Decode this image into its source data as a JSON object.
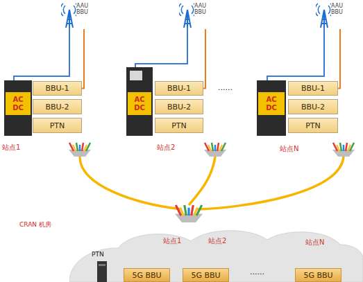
{
  "diagram": {
    "nodes": [
      {
        "text": [
          "AAU BBU"
        ]
      },
      {
        "text": [
          "AC DC"
        ]
      },
      {
        "text": [
          "BBU-1"
        ]
      },
      {
        "text": [
          "BBU-2"
        ]
      },
      {
        "text": [
          "PTN"
        ]
      },
      {
        "text": [
          "AAU BBU"
        ]
      },
      {
        "text": [
          "AC DC"
        ]
      },
      {
        "text": [
          "BBU-1"
        ]
      },
      {
        "text": [
          "BBU-2"
        ]
      },
      {
        "text": [
          "PTN"
        ]
      },
      {
        "text": [
          "AAU BBU"
        ]
      },
      {
        "text": [
          "AC DC"
        ]
      },
      {
        "text": [
          "BBU-1"
        ]
      },
      {
        "text": [
          "BBU-2"
        ]
      },
      {
        "text": [
          "PTN"
        ]
      },
      {
        "text": [
          "站点1",
          "站点2",
          "站点N"
        ]
      },
      {
        "text": [
          "PTN"
        ],
        "in": 15
      },
      {
        "text": [
          "5G BBU"
        ],
        "in": 15
      },
      {
        "text": [
          "5G BBU"
        ],
        "in": 15
      },
      {
        "text": [
          "5G BBU"
        ],
        "in": 15
      }
    ],
    "edges": [
      {
        "from": 0,
        "to": 2,
        "arrow": "none"
      },
      {
        "from": 5,
        "to": 7,
        "arrow": "none"
      },
      {
        "from": 10,
        "to": 12,
        "arrow": "none"
      }
    ],
    "labels": [
      "站点1",
      "站点2",
      "站点N",
      "......",
      "CRAN 机房",
      "......"
    ]
  }
}
